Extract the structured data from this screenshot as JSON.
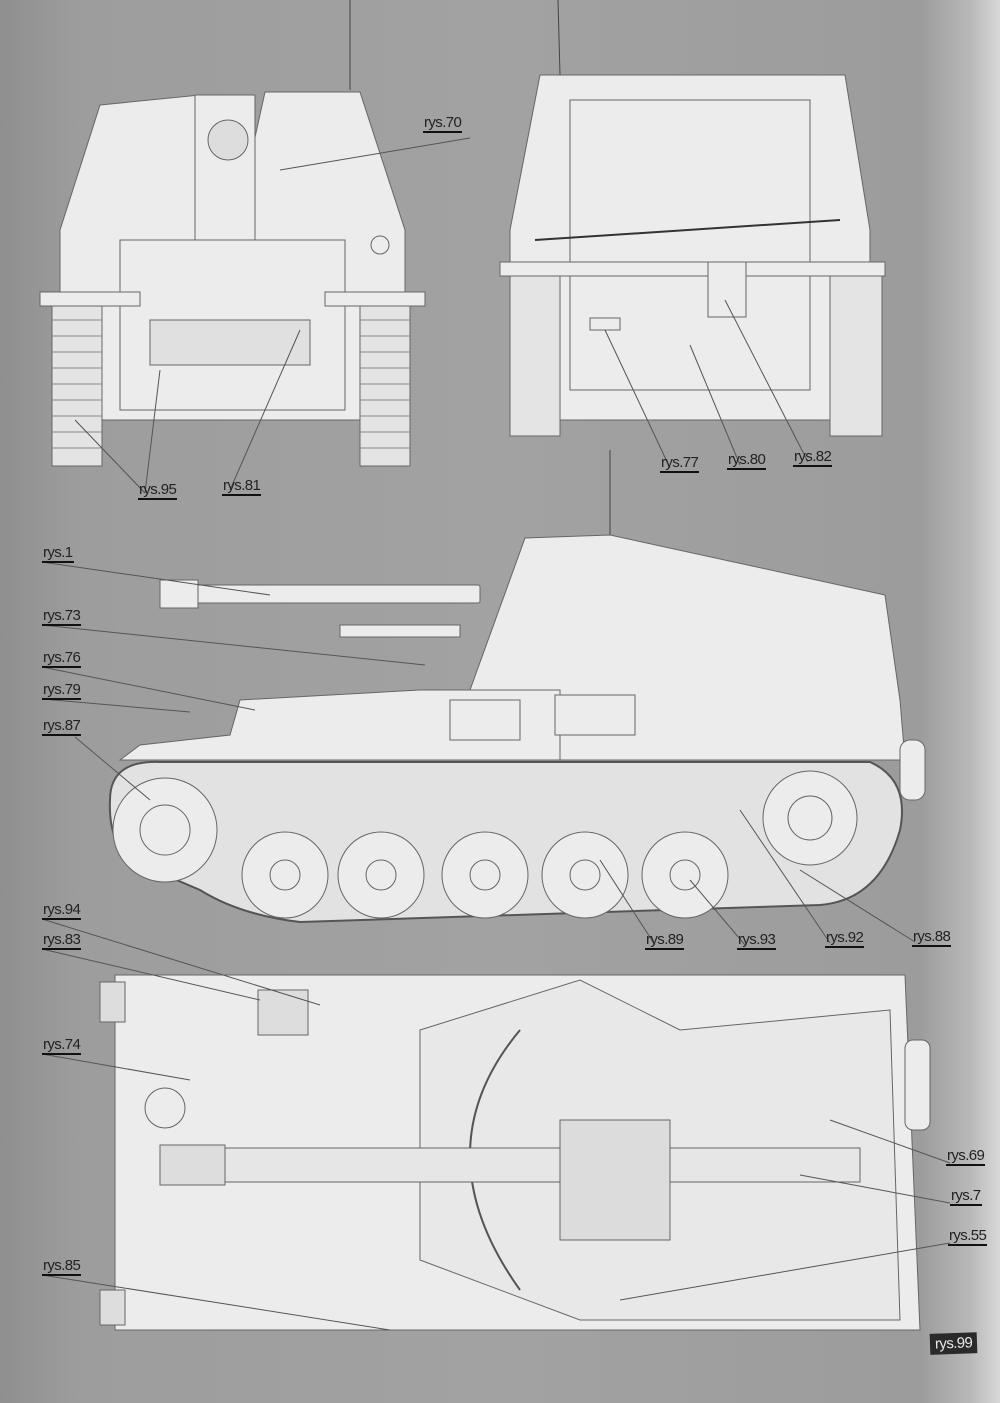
{
  "labels": [
    "rys.70",
    "rys.95",
    "rys.81",
    "rys.77",
    "rys.80",
    "rys.82",
    "rys.1",
    "rys.73",
    "rys.76",
    "rys.79",
    "rys.87",
    "rys.89",
    "rys.93",
    "rys.92",
    "rys.88",
    "rys.94",
    "rys.83",
    "rys.74",
    "rys.69",
    "rys.7",
    "rys.55",
    "rys.85"
  ],
  "page_badge": "rys.99",
  "colors": {
    "background": "#a0a0a0",
    "drawing_fill": "#ececec",
    "line": "#555555",
    "badge": "#2a2a2a"
  }
}
